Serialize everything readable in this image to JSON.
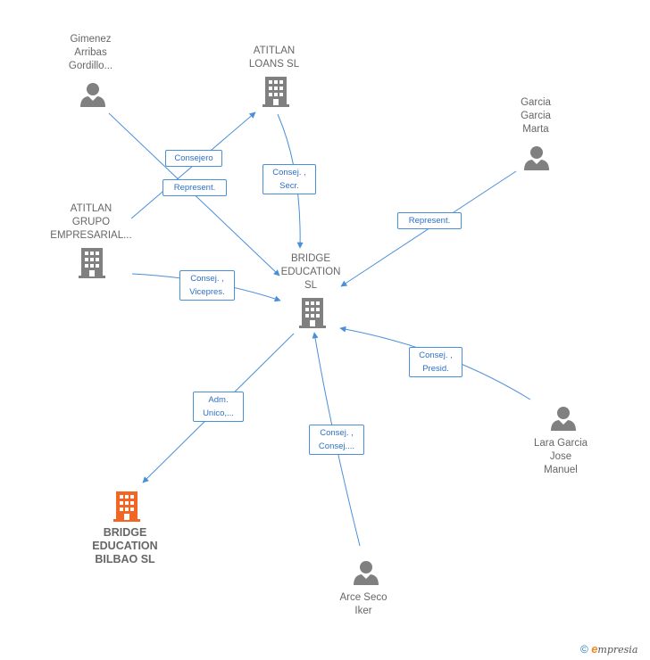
{
  "nodes": {
    "gimenez": {
      "label": "Gimenez\nArribas\nGordillo..."
    },
    "atitlan_loans": {
      "label": "ATITLAN\nLOANS  SL"
    },
    "garcia_marta": {
      "label": "Garcia\nGarcia\nMarta"
    },
    "atitlan_grupo": {
      "label": "ATITLAN\nGRUPO\nEMPRESARIAL..."
    },
    "bridge_sl": {
      "label": "BRIDGE\nEDUCATION\nSL"
    },
    "lara": {
      "label": "Lara Garcia\nJose\nManuel"
    },
    "bridge_bilbao": {
      "label": "BRIDGE\nEDUCATION\nBILBAO  SL"
    },
    "arce": {
      "label": "Arce Seco\nIker"
    }
  },
  "edges": {
    "consejero": "Consejero",
    "represent_1": "Represent.",
    "consej_secr": "Consej. ,\nSecr.",
    "represent_2": "Represent.",
    "consej_vicepres": "Consej. ,\nVicepres.",
    "consej_presid": "Consej. ,\nPresid.",
    "adm_unico": "Adm.\nUnico,...",
    "consej_consej": "Consej. ,\nConsej...."
  },
  "footer": {
    "copyright": "©",
    "brand_initial": "e",
    "brand_rest": "mpresia"
  },
  "colors": {
    "edge": "#4a8fd9",
    "node_gray": "#808080",
    "target": "#f26522"
  }
}
